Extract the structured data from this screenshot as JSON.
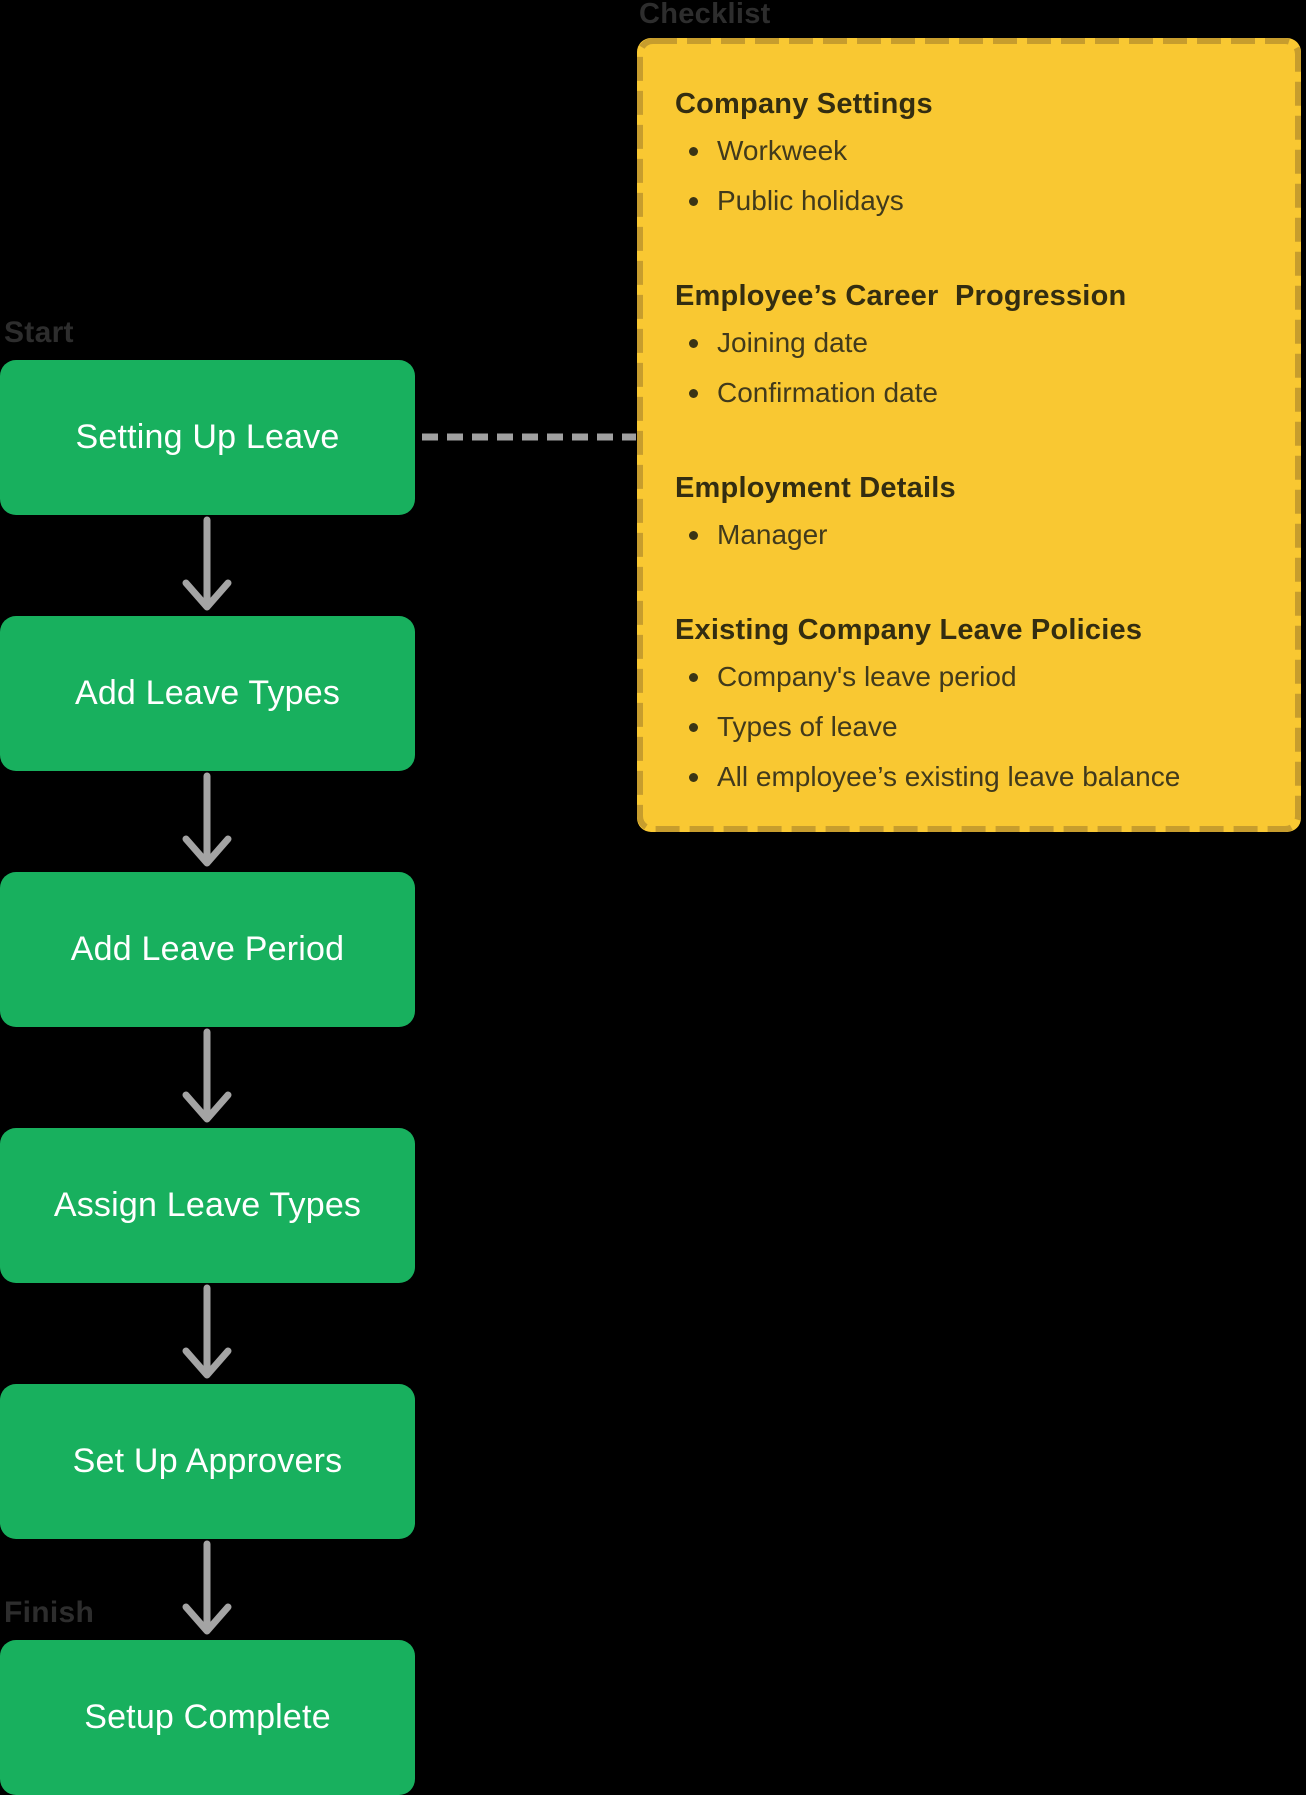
{
  "page": {
    "background_color": "#000000",
    "label_color": "#2d2d2d"
  },
  "flow": {
    "start_label": "Start",
    "finish_label": "Finish",
    "node_color": "#18b05e",
    "node_text_color": "#ffffff",
    "arrow_color": "#a4a4a4",
    "connector_color": "#a0a0a0",
    "nodes": [
      {
        "label": "Setting Up Leave"
      },
      {
        "label": "Add Leave Types"
      },
      {
        "label": "Add Leave Period"
      },
      {
        "label": "Assign Leave Types"
      },
      {
        "label": "Set Up Approvers"
      },
      {
        "label": "Setup Complete"
      }
    ]
  },
  "checklist": {
    "title": "Checklist",
    "panel_color": "#f9c832",
    "border_color": "#c79d2d",
    "heading_color": "#332d11",
    "text_color": "#413a1c",
    "sections": [
      {
        "heading": "Company Settings",
        "items": [
          "Workweek",
          "Public holidays"
        ]
      },
      {
        "heading": "Employee’s Career  Progression",
        "items": [
          "Joining date",
          "Confirmation date"
        ]
      },
      {
        "heading": "Employment Details",
        "items": [
          "Manager"
        ]
      },
      {
        "heading": "Existing Company Leave Policies",
        "items": [
          "Company's leave period",
          "Types of leave",
          "All employee’s existing leave balance"
        ]
      }
    ]
  }
}
